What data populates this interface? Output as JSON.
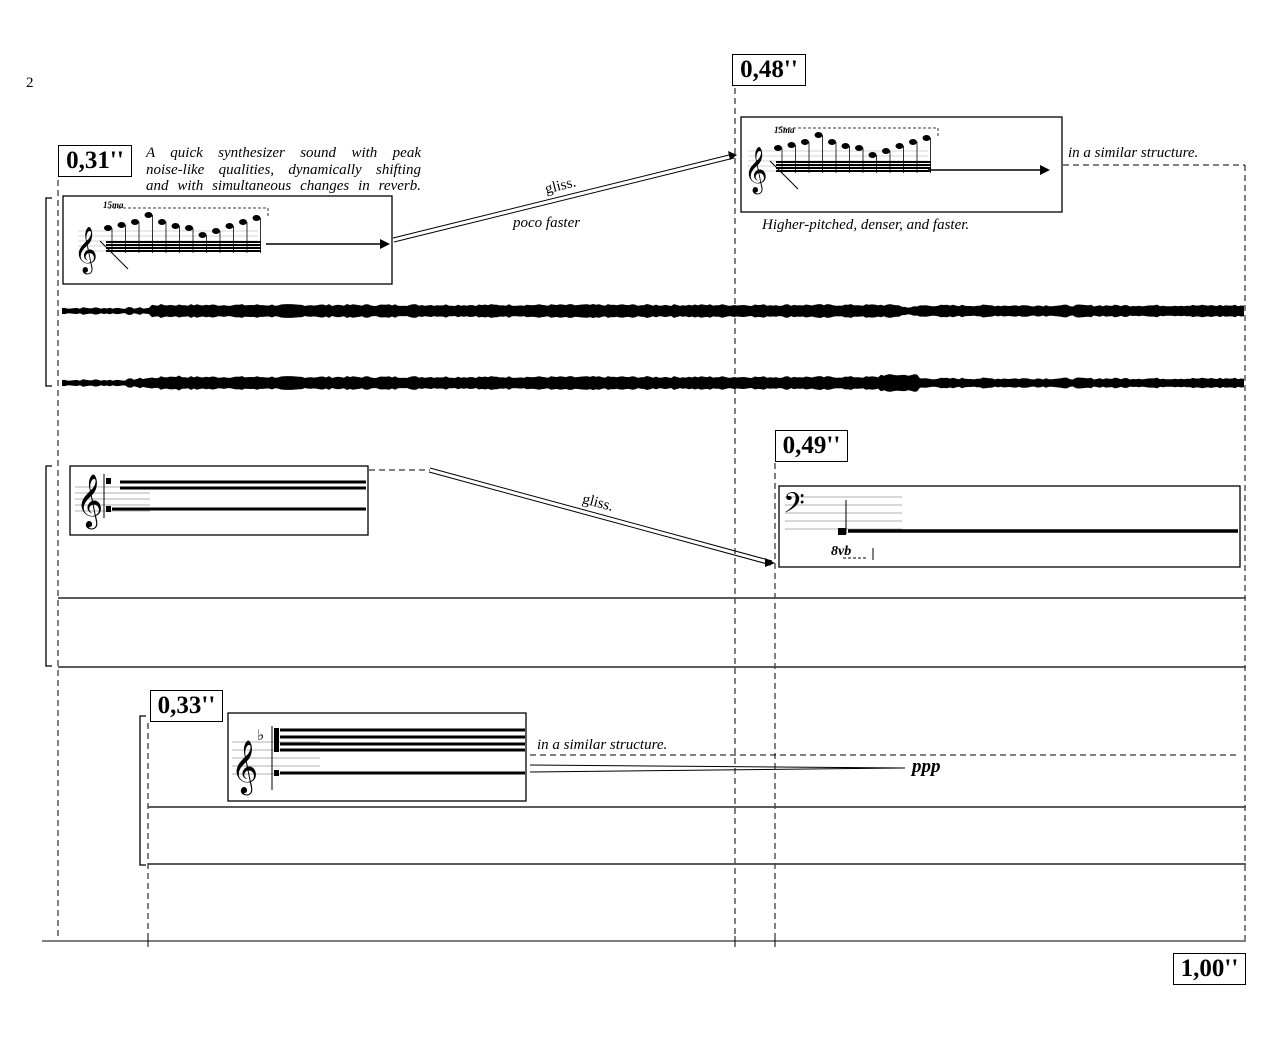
{
  "page_number": "2",
  "time_markers": {
    "m1": "0,31''",
    "m2": "0,48''",
    "m3": "0,49''",
    "m4": "0,33''",
    "end": "1,00''"
  },
  "annotations": {
    "description_lines": [
      "A quick synthesizer sound with peak",
      "noise-like qualities, dynamically shifting",
      "and with simultaneous changes in reverb."
    ],
    "gliss_1": "gliss.",
    "poco_faster": "poco faster",
    "similar_1": "in a similar structure.",
    "higher": "Higher-pitched, denser, and faster.",
    "gliss_2": "gliss.",
    "similar_2": "in a similar structure.",
    "dynamic": "ppp",
    "ottava_15": "15ma",
    "ottava_8vb": "8vb"
  }
}
